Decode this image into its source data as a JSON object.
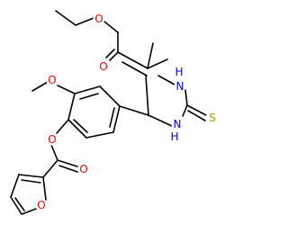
{
  "atom_labels": {
    "ester_carbonyl_o": "O",
    "ester_ether_o": "O",
    "ring_nh_top": "H",
    "ring_n_top": "N",
    "ring_s": "S",
    "ring_nh_bottom": "H",
    "ring_n_bottom": "N",
    "methoxy_o": "O",
    "aryl_ester_o": "O",
    "furoate_carbonyl_o": "O",
    "furan_o": "O"
  },
  "colors": {
    "oxygen": "#ff0000",
    "nitrogen": "#0000ff",
    "sulfur": "#999900",
    "bond": "#000000"
  }
}
